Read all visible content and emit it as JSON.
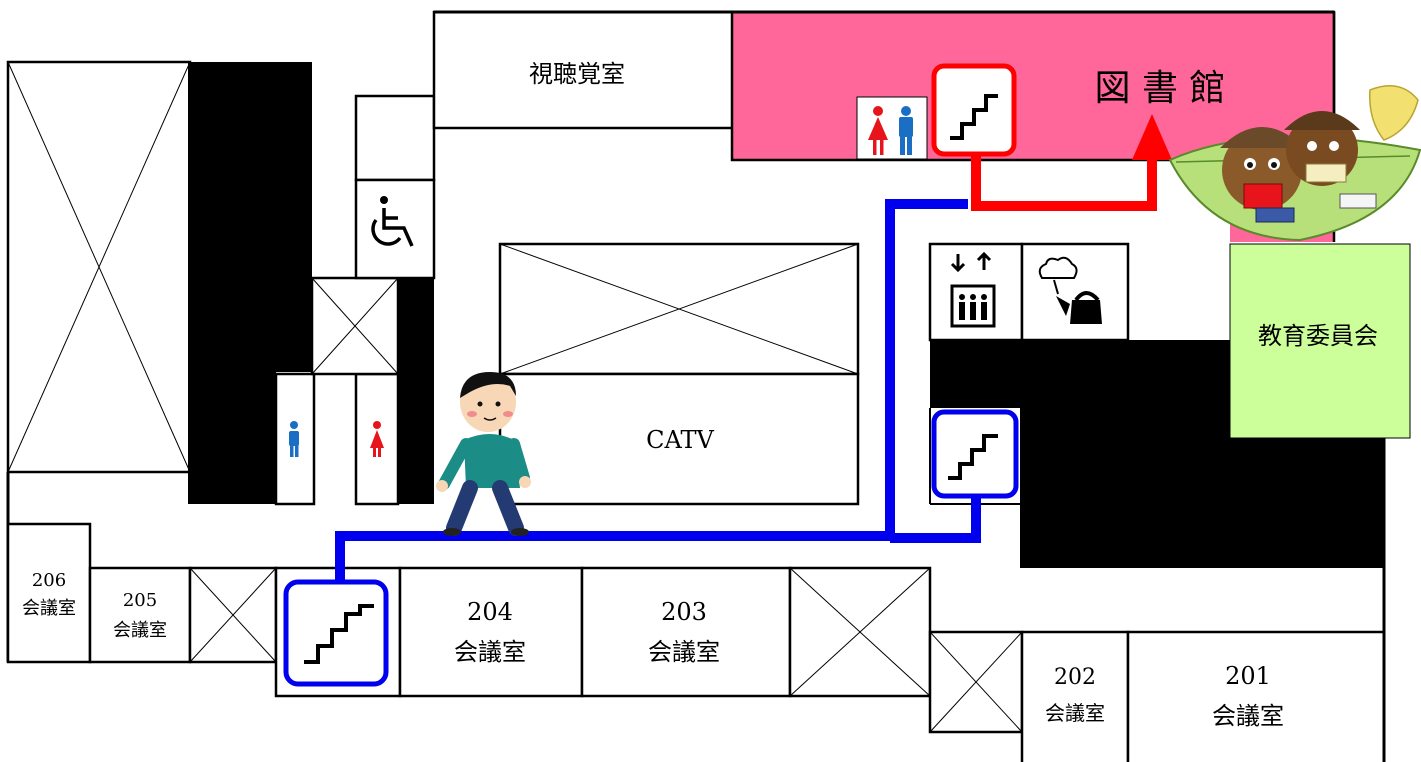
{
  "rooms": {
    "audiovisual": "視聴覚室",
    "library": "図 書 館",
    "board_of_education": "教育委員会",
    "catv": "CATV",
    "r201": {
      "num": "201",
      "name": "会議室"
    },
    "r202": {
      "num": "202",
      "name": "会議室"
    },
    "r203": {
      "num": "203",
      "name": "会議室"
    },
    "r204": {
      "num": "204",
      "name": "会議室"
    },
    "r205": {
      "num": "205",
      "name": "会議室"
    },
    "r206": {
      "num": "206",
      "name": "会議室"
    }
  },
  "icons": {
    "stairs": "stairs-icon",
    "elevator": "elevator-icon",
    "restroom_men": "mens-restroom-icon",
    "restroom_women": "womens-restroom-icon",
    "wheelchair": "wheelchair-icon",
    "kettle": "kettle-icon",
    "walker": "walking-person-illustration",
    "acorns": "reading-acorns-illustration"
  },
  "colors": {
    "library_fill": "#ff6699",
    "board_fill": "#ccff99",
    "route_blue": "#0000ee",
    "route_red": "#ff0000",
    "men_blue": "#1a6fc4",
    "women_red": "#e8141c"
  }
}
